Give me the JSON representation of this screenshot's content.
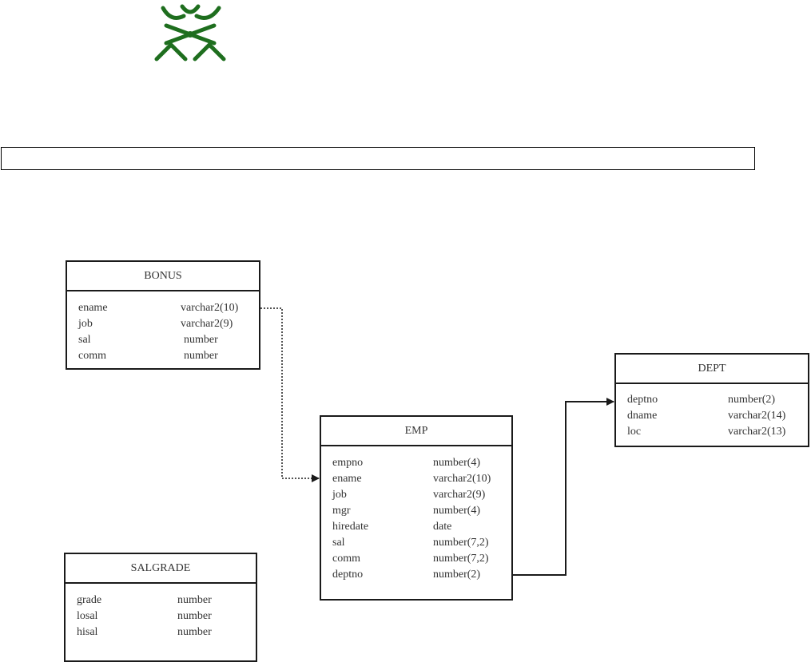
{
  "title_bar": {
    "text": ""
  },
  "colors": {
    "logo": "#1e6e1e",
    "border": "#1a1a1a",
    "text": "#333333"
  },
  "entities": {
    "bonus": {
      "name": "BONUS",
      "attributes": [
        {
          "name": "ename",
          "type": "varchar2(10)"
        },
        {
          "name": "job",
          "type": "varchar2(9)"
        },
        {
          "name": "sal",
          "type": "number"
        },
        {
          "name": "comm",
          "type": "number"
        }
      ]
    },
    "salgrade": {
      "name": "SALGRADE",
      "attributes": [
        {
          "name": "grade",
          "type": "number"
        },
        {
          "name": "losal",
          "type": "number"
        },
        {
          "name": "hisal",
          "type": "number"
        }
      ]
    },
    "emp": {
      "name": "EMP",
      "attributes": [
        {
          "name": "empno",
          "type": "number(4)"
        },
        {
          "name": "ename",
          "type": "varchar2(10)"
        },
        {
          "name": "job",
          "type": "varchar2(9)"
        },
        {
          "name": "mgr",
          "type": "number(4)"
        },
        {
          "name": "hiredate",
          "type": "date"
        },
        {
          "name": "sal",
          "type": "number(7,2)"
        },
        {
          "name": "comm",
          "type": "number(7,2)"
        },
        {
          "name": "deptno",
          "type": "number(2)"
        }
      ]
    },
    "dept": {
      "name": "DEPT",
      "attributes": [
        {
          "name": "deptno",
          "type": "number(2)"
        },
        {
          "name": "dname",
          "type": "varchar2(14)"
        },
        {
          "name": "loc",
          "type": "varchar2(13)"
        }
      ]
    }
  },
  "relationships": [
    {
      "from": "BONUS",
      "to": "EMP",
      "style": "dotted"
    },
    {
      "from": "EMP",
      "to": "DEPT",
      "style": "solid"
    }
  ]
}
